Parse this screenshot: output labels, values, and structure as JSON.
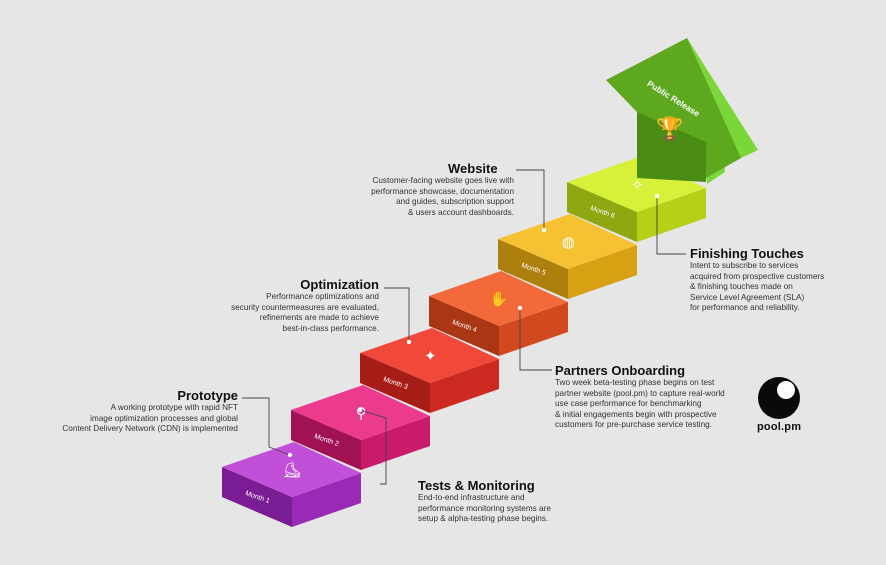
{
  "steps": [
    {
      "month": "Month 1",
      "color_top": "#c24fd8",
      "color_front": "#9a2ab5",
      "color_side": "#7a1c93",
      "icon": "person-skating-icon"
    },
    {
      "month": "Month 2",
      "color_top": "#ec3a8e",
      "color_front": "#c91a6c",
      "color_side": "#a01254",
      "icon": "magnifier-analytics-icon"
    },
    {
      "month": "Month 3",
      "color_top": "#f0493a",
      "color_front": "#cc2a20",
      "color_side": "#a51d16",
      "icon": "martial-arts-icon"
    },
    {
      "month": "Month 4",
      "color_top": "#f26a3a",
      "color_front": "#d14a1f",
      "color_side": "#a93714",
      "icon": "handshake-icon"
    },
    {
      "month": "Month 5",
      "color_top": "#f6c233",
      "color_front": "#d8a013",
      "color_side": "#ad7f0c",
      "icon": "globe-icon"
    },
    {
      "month": "Month 6",
      "color_top": "#d7f03a",
      "color_front": "#b6d018",
      "color_side": "#8fa710",
      "icon": "sparkles-icon"
    }
  ],
  "arrow": {
    "label": "Public Release",
    "color_top": "#5ea81f",
    "color_front": "#4a8c14",
    "color_side": "#7ad639",
    "icon": "trophy-icon"
  },
  "sections": {
    "prototype": {
      "title": "Prototype",
      "desc": [
        "A working prototype with rapid NFT",
        "image optimization processes and global",
        "Content Delivery Network (CDN) is implemented"
      ]
    },
    "tests": {
      "title": "Tests & Monitoring",
      "desc": [
        "End-to-end infrastructure and",
        "performance monitoring systems are",
        "setup & alpha-testing phase begins."
      ]
    },
    "optimization": {
      "title": "Optimization",
      "desc": [
        "Performance optimizations and",
        "security countermeasures are evaluated,",
        "refinements are made to achieve",
        "best-in-class performance."
      ]
    },
    "partners": {
      "title": "Partners Onboarding",
      "desc": [
        "Two week beta-testing phase begins on test",
        "partner website (pool.pm) to capture real-world",
        "use case performance for benchmarking",
        "& initial engagements begin with prospective",
        "customers for pre-purchase service testing."
      ]
    },
    "website": {
      "title": "Website",
      "desc": [
        "Customer-facing website goes live with",
        "performance showcase, documentation",
        "and guides, subscription support",
        "& users account dashboards."
      ]
    },
    "finishing": {
      "title": "Finishing Touches",
      "desc": [
        "Intent to subscribe to services",
        "acquired from prospective customers",
        "& finishing touches made on",
        "Service Level Agreement (SLA)",
        "for performance and reliability."
      ]
    }
  },
  "logo": {
    "text": "pool.pm"
  }
}
